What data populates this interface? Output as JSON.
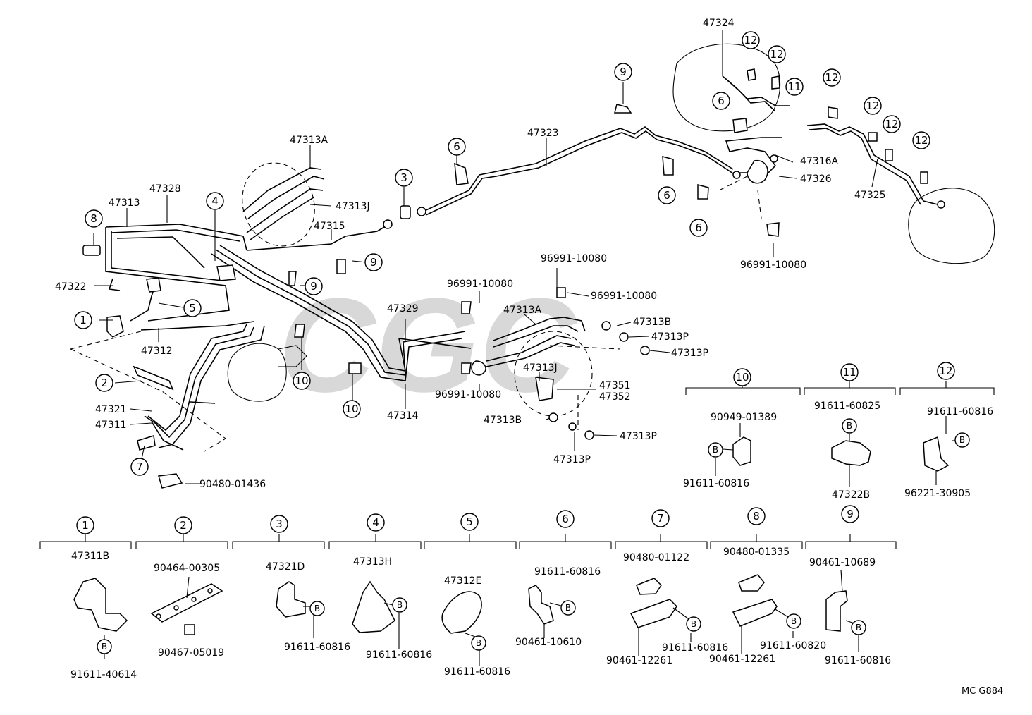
{
  "diagram": {
    "watermark": "CGC",
    "reference_code": "MC G884",
    "callouts": [
      {
        "id": "c1",
        "text": "1"
      },
      {
        "id": "c2",
        "text": "2"
      },
      {
        "id": "c3",
        "text": "3"
      },
      {
        "id": "c4",
        "text": "4"
      },
      {
        "id": "c5",
        "text": "5"
      },
      {
        "id": "c6a",
        "text": "6"
      },
      {
        "id": "c6b",
        "text": "6"
      },
      {
        "id": "c6c",
        "text": "6"
      },
      {
        "id": "c6d",
        "text": "6"
      },
      {
        "id": "c7",
        "text": "7"
      },
      {
        "id": "c8",
        "text": "8"
      },
      {
        "id": "c9a",
        "text": "9"
      },
      {
        "id": "c9b",
        "text": "9"
      },
      {
        "id": "c9c",
        "text": "9"
      },
      {
        "id": "c10a",
        "text": "10"
      },
      {
        "id": "c10b",
        "text": "10"
      },
      {
        "id": "c11",
        "text": "11"
      },
      {
        "id": "c12a",
        "text": "12"
      },
      {
        "id": "c12b",
        "text": "12"
      },
      {
        "id": "c12c",
        "text": "12"
      },
      {
        "id": "c12d",
        "text": "12"
      },
      {
        "id": "c12e",
        "text": "12"
      }
    ],
    "part_labels": [
      "47313A",
      "47328",
      "47313",
      "47313J",
      "47315",
      "47322",
      "47312",
      "47321",
      "47311",
      "90480-01436",
      "47323",
      "47324",
      "47316A",
      "47326",
      "47325",
      "96991-10080",
      "96991-10080",
      "96991-10080",
      "96991-10080",
      "96991-10080",
      "47329",
      "47313A",
      "47313B",
      "47313P",
      "47313P",
      "47313J",
      "47351",
      "47352",
      "47314",
      "47313B",
      "47313P",
      "47313P"
    ],
    "detail_groups": [
      {
        "number": "1",
        "labels": [
          "47311B",
          "91611-40614"
        ]
      },
      {
        "number": "2",
        "labels": [
          "90464-00305",
          "90467-05019"
        ]
      },
      {
        "number": "3",
        "labels": [
          "47321D",
          "91611-60816"
        ]
      },
      {
        "number": "4",
        "labels": [
          "47313H",
          "91611-60816"
        ]
      },
      {
        "number": "5",
        "labels": [
          "47312E",
          "91611-60816"
        ]
      },
      {
        "number": "6",
        "labels": [
          "91611-60816",
          "90461-10610"
        ]
      },
      {
        "number": "7",
        "labels": [
          "90480-01122",
          "91611-60816",
          "90461-12261"
        ]
      },
      {
        "number": "8",
        "labels": [
          "90480-01335",
          "91611-60820",
          "90461-12261"
        ]
      },
      {
        "number": "9",
        "labels": [
          "90461-10689",
          "91611-60816"
        ]
      },
      {
        "number": "10",
        "labels": [
          "90949-01389",
          "91611-60816"
        ]
      },
      {
        "number": "11",
        "labels": [
          "91611-60825",
          "47322B"
        ]
      },
      {
        "number": "12",
        "labels": [
          "91611-60816",
          "96221-30905"
        ]
      }
    ],
    "bolt_marker": "B"
  }
}
